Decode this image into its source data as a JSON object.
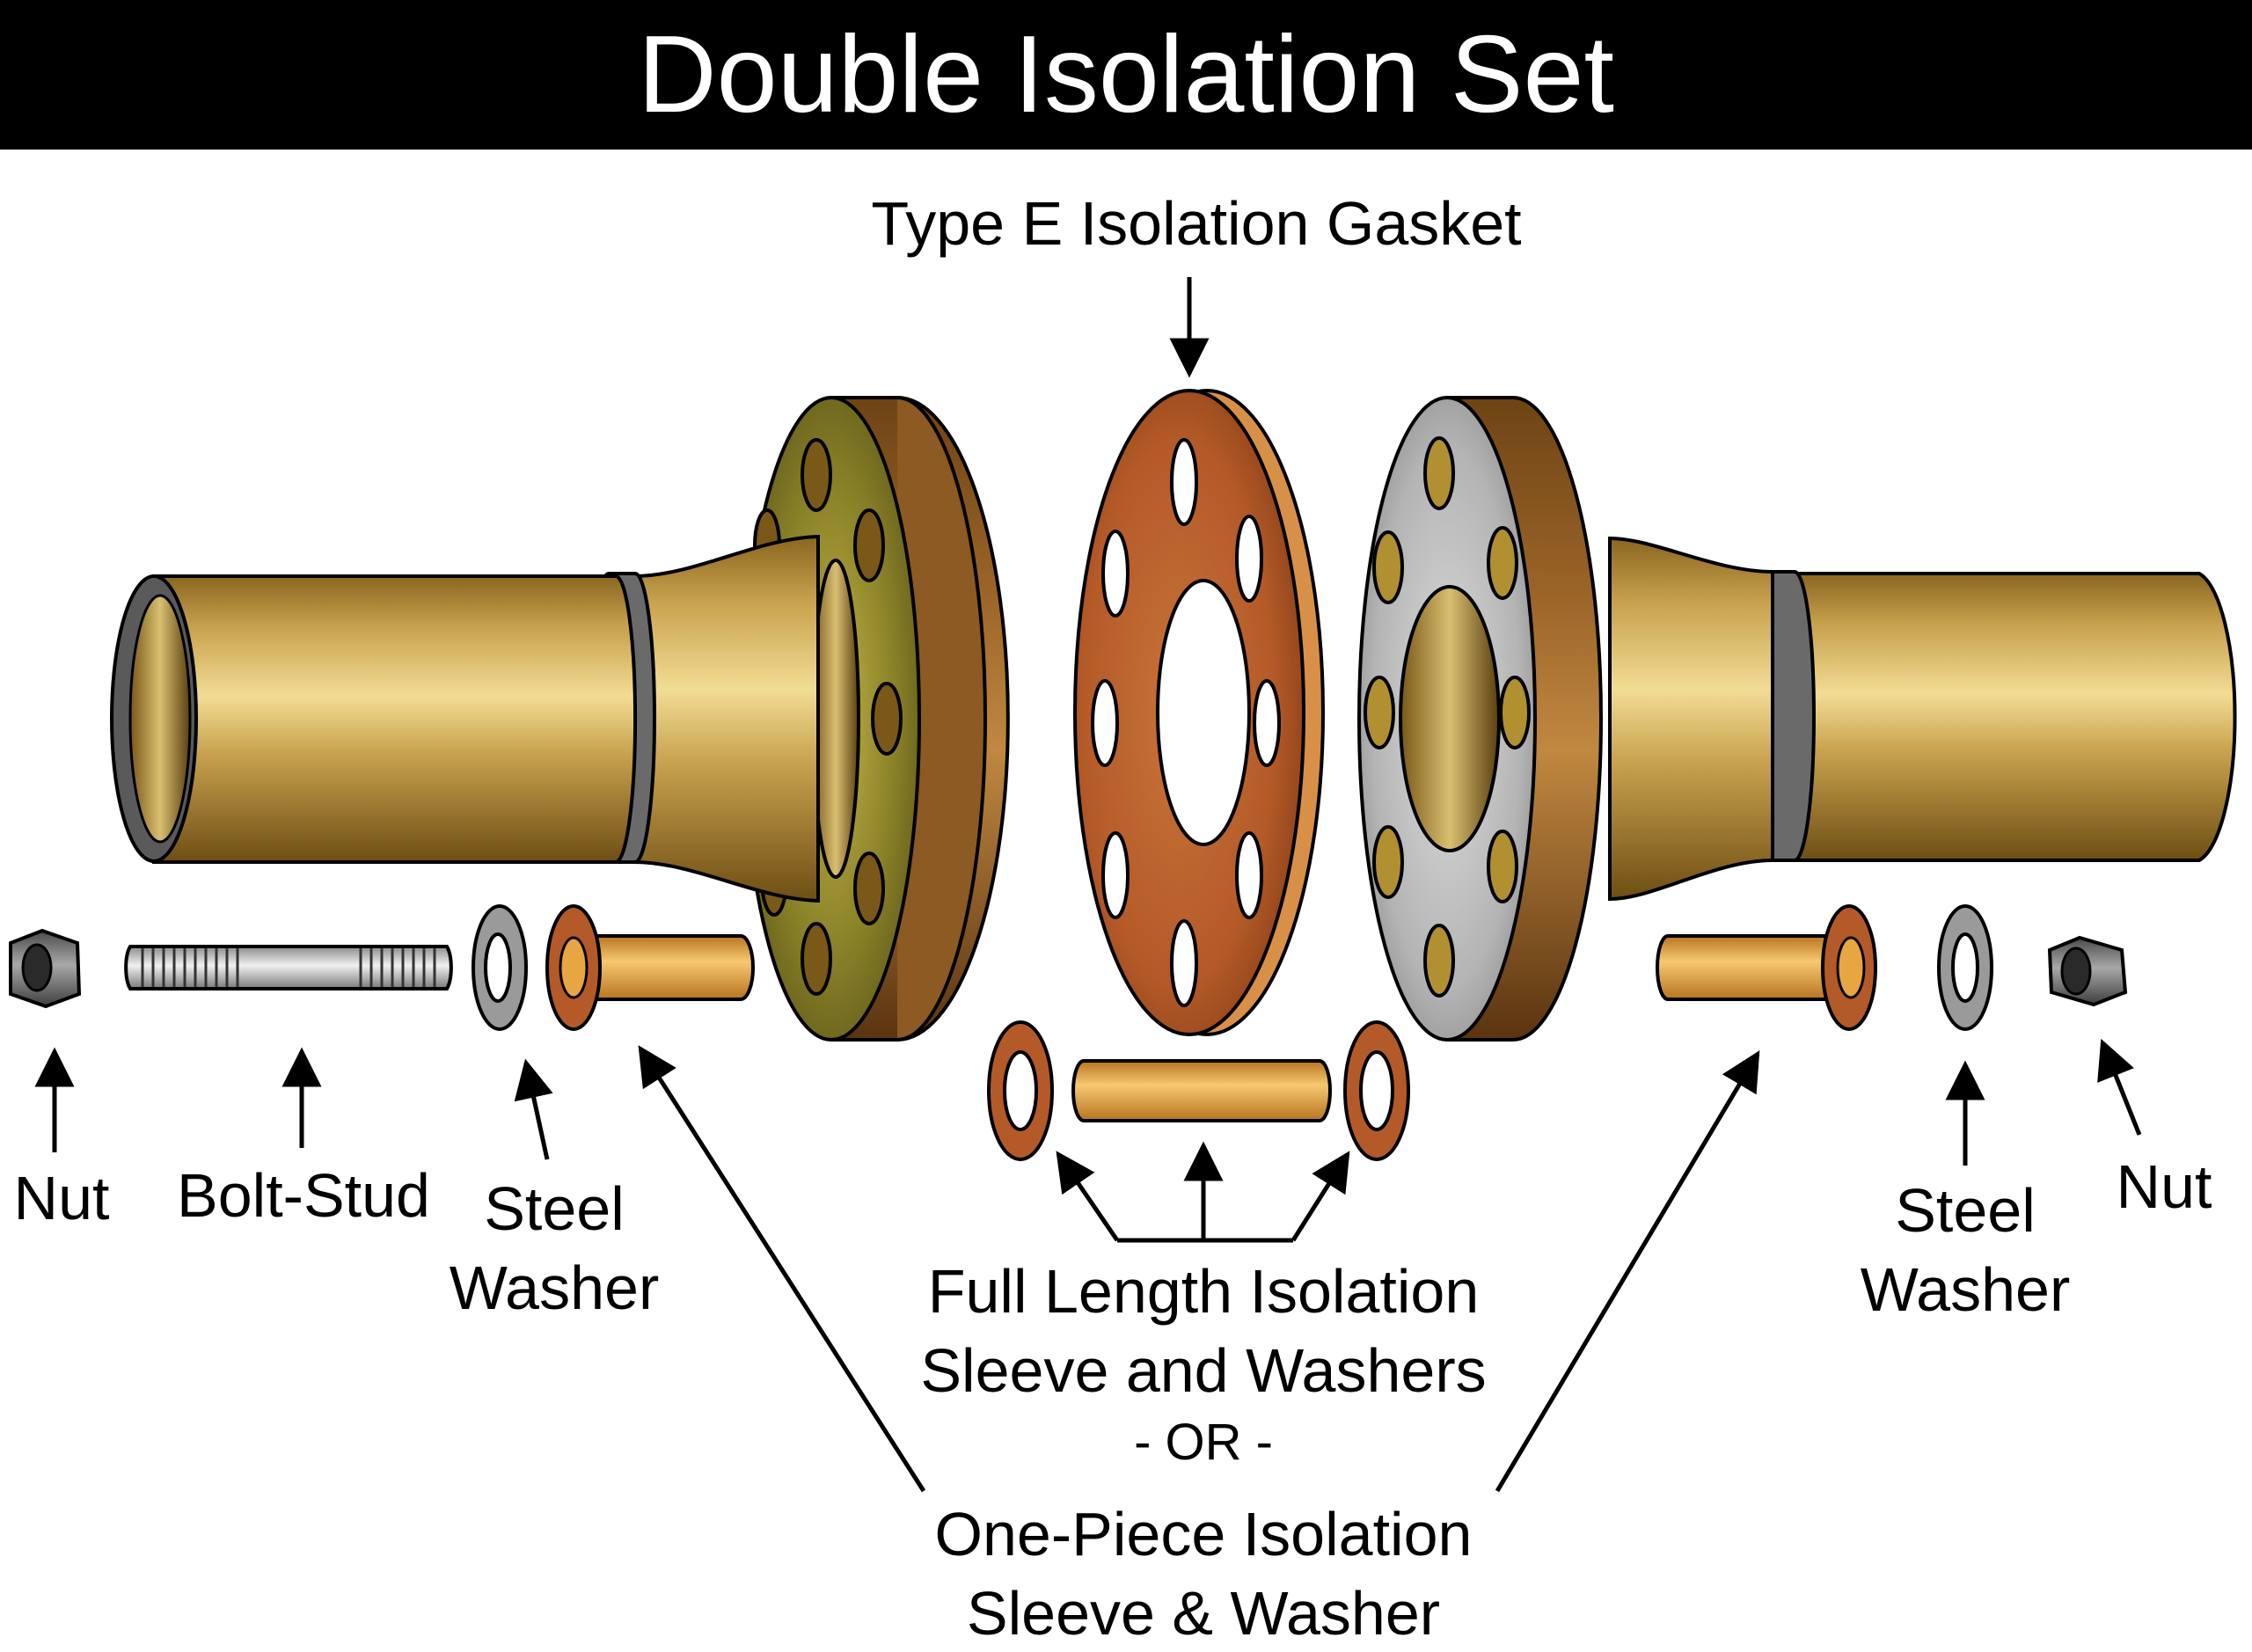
{
  "title": "Double Isolation Set",
  "labels": {
    "gasket": "Type E Isolation Gasket",
    "nut_left": "Nut",
    "bolt_stud": "Bolt-Stud",
    "steel_washer_left_1": "Steel",
    "steel_washer_left_2": "Washer",
    "full_length_1": "Full Length Isolation",
    "full_length_2": "Sleeve and Washers",
    "or": "- OR -",
    "one_piece_1": "One-Piece Isolation",
    "one_piece_2": "Sleeve & Washer",
    "steel_washer_right_1": "Steel",
    "steel_washer_right_2": "Washer",
    "nut_right": "Nut"
  },
  "colors": {
    "title_bar": "#000000",
    "title_text": "#ffffff",
    "pipe_brass": "#c8a24e",
    "pipe_highlight": "#f2dc94",
    "pipe_dark": "#8a6620",
    "flange_brown": "#8c5a22",
    "flange_face_olive": "#8a8228",
    "flange_face_grey": "#b4b4b4",
    "gasket_copper": "#b45a28",
    "gasket_edge": "#d89048",
    "sleeve_orange": "#e8a642",
    "washer_grey": "#9a9a9a",
    "hex_nut_grey": "#707070",
    "outline": "#000000"
  }
}
